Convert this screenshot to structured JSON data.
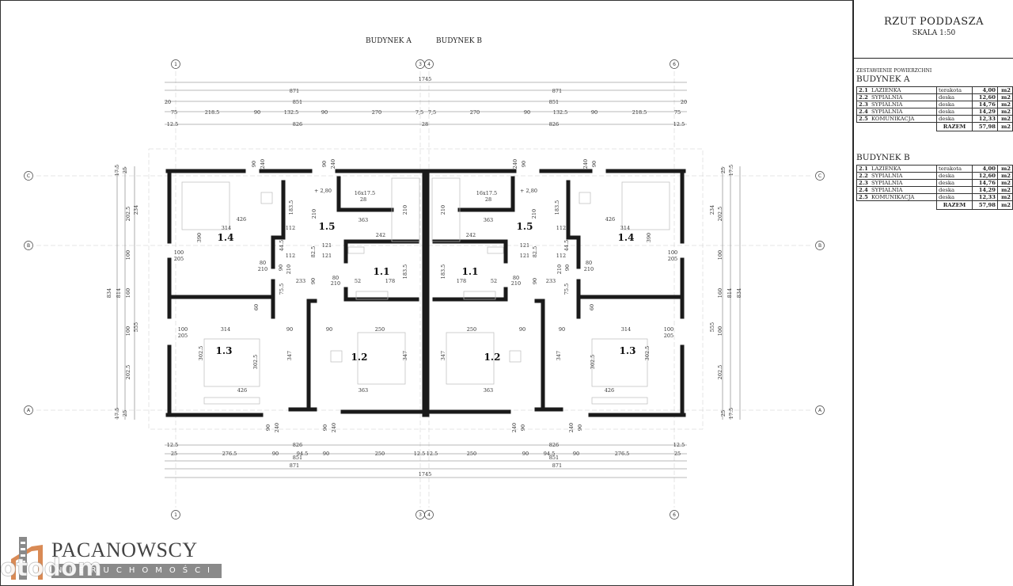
{
  "title_block": {
    "title": "RZUT PODDASZA",
    "scale": "SKALA 1:50",
    "summary_caption": "ZESTAWIENIE POWIERZCHNI",
    "buildings": [
      {
        "name": "BUDYNEK A",
        "rows": [
          {
            "no": "2.1",
            "room": "LAZIENKA",
            "finish": "terakota",
            "area": "4,00",
            "unit": "m2"
          },
          {
            "no": "2.2",
            "room": "SYPIALNIA",
            "finish": "deska",
            "area": "12,60",
            "unit": "m2"
          },
          {
            "no": "2.3",
            "room": "SYPIALNIA",
            "finish": "deska",
            "area": "14,76",
            "unit": "m2"
          },
          {
            "no": "2.4",
            "room": "SYPIALNIA",
            "finish": "deska",
            "area": "14,29",
            "unit": "m2"
          },
          {
            "no": "2.5",
            "room": "KOMUNIKACJA",
            "finish": "deska",
            "area": "12,33",
            "unit": "m2"
          }
        ],
        "total_label": "RAZEM",
        "total": "57,98",
        "total_unit": "m2"
      },
      {
        "name": "BUDYNEK B",
        "rows": [
          {
            "no": "2.1",
            "room": "LAZIENKA",
            "finish": "terakota",
            "area": "4,00",
            "unit": "m2"
          },
          {
            "no": "2.2",
            "room": "SYPIALNIA",
            "finish": "deska",
            "area": "12,60",
            "unit": "m2"
          },
          {
            "no": "2.3",
            "room": "SYPIALNIA",
            "finish": "deska",
            "area": "14,76",
            "unit": "m2"
          },
          {
            "no": "2.4",
            "room": "SYPIALNIA",
            "finish": "deska",
            "area": "14,29",
            "unit": "m2"
          },
          {
            "no": "2.5",
            "room": "KOMUNIKACJA",
            "finish": "deska",
            "area": "12,33",
            "unit": "m2"
          }
        ],
        "total_label": "RAZEM",
        "total": "57,98",
        "total_unit": "m2"
      }
    ]
  },
  "plan": {
    "building_a_label": "BUDYNEK A",
    "building_b_label": "BUDYNEK B",
    "axes_vertical": [
      "1",
      "3",
      "4",
      "6"
    ],
    "axes_horizontal": [
      "C",
      "B",
      "A"
    ],
    "rooms": [
      "1.4",
      "1.5",
      "1.1",
      "1.3",
      "1.2"
    ],
    "overall_dims": {
      "total": "1745",
      "half": "871",
      "inner": "851",
      "net": "826"
    },
    "top_chain": [
      "75",
      "218.5",
      "90",
      "132.5",
      "90",
      "270",
      "7,5"
    ],
    "bottom_chain": [
      "25",
      "276.5",
      "90",
      "94.5",
      "90",
      "250",
      "12.5"
    ],
    "edge_small": [
      "20",
      "12.5",
      "28",
      "25"
    ],
    "side_dims": [
      "834",
      "814",
      "202.5",
      "100",
      "160",
      "100",
      "202.5",
      "234",
      "555",
      "17.5",
      "25"
    ],
    "interior_dims": [
      "426",
      "314",
      "183.5",
      "210",
      "112",
      "363",
      "210",
      "16x17.5",
      "28",
      "+ 2,80",
      "121",
      "242",
      "390",
      "100",
      "205",
      "44.5",
      "112",
      "82.5",
      "121",
      "80",
      "210",
      "90",
      "210",
      "233",
      "90",
      "80",
      "210",
      "52",
      "178",
      "183.5",
      "75.5",
      "60",
      "314",
      "100",
      "205",
      "90",
      "90",
      "250",
      "302.5",
      "302.5",
      "347",
      "347",
      "426",
      "363"
    ],
    "opening_dims": [
      "90",
      "240"
    ]
  },
  "logo": {
    "name": "PACANOWSCY",
    "sub": "NIERUCHOMOŚCI",
    "watermark": "otodom"
  },
  "colors": {
    "wall": "#1a1a1a",
    "logo_orange": "#d98a55",
    "logo_grey": "#8a8a8a"
  }
}
